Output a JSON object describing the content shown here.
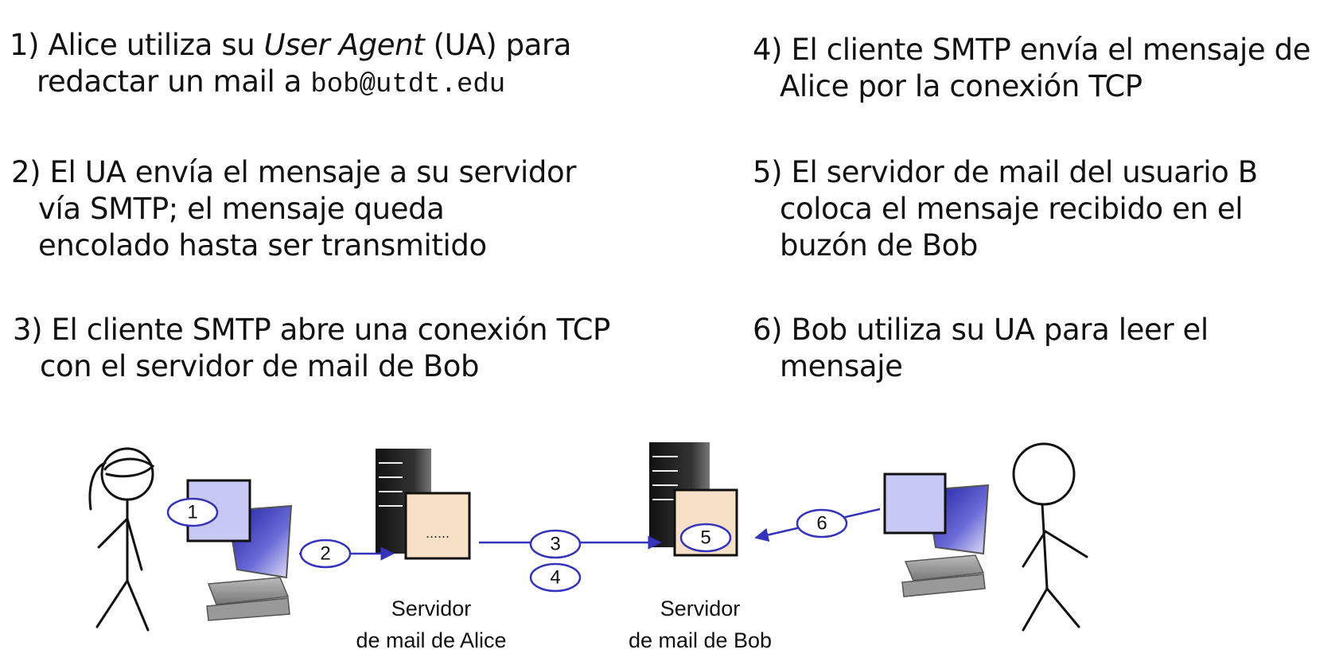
{
  "steps": [
    {
      "lines": [
        [
          {
            "t": "1) Alice utiliza su "
          },
          {
            "t": "User Agent",
            "style": "it"
          },
          {
            "t": " (UA) para"
          }
        ],
        [
          {
            "t": "redactar un mail a "
          },
          {
            "t": "bob@utdt.edu",
            "style": "mono"
          }
        ]
      ]
    },
    {
      "lines": [
        [
          {
            "t": "2) El UA envía el mensaje a su servidor"
          }
        ],
        [
          {
            "t": "vía SMTP; el mensaje queda"
          }
        ],
        [
          {
            "t": "encolado hasta ser transmitido"
          }
        ]
      ]
    },
    {
      "lines": [
        [
          {
            "t": "3) El cliente SMTP abre una conexión TCP"
          }
        ],
        [
          {
            "t": "con el servidor de mail de Bob"
          }
        ]
      ]
    },
    {
      "lines": [
        [
          {
            "t": "4) El cliente SMTP envía el mensaje de"
          }
        ],
        [
          {
            "t": "Alice por la conexión TCP"
          }
        ]
      ]
    },
    {
      "lines": [
        [
          {
            "t": "5) El servidor de mail del usuario B"
          }
        ],
        [
          {
            "t": "coloca el mensaje recibido en el"
          }
        ],
        [
          {
            "t": "buzón de Bob"
          }
        ]
      ]
    },
    {
      "lines": [
        [
          {
            "t": "6) Bob utiliza su UA para leer el"
          }
        ],
        [
          {
            "t": "mensaje"
          }
        ]
      ]
    }
  ],
  "diagram": {
    "server_alice_label": [
      "Servidor",
      "de mail de Alice"
    ],
    "server_bob_label": [
      "Servidor",
      "de mail de Bob"
    ],
    "step_markers": [
      "1",
      "2",
      "3",
      "4",
      "5",
      "6"
    ],
    "queue_dots": "......",
    "colors": {
      "arrow": "#3333bb",
      "ua_screen": "#c8c8f5",
      "mailbox": "#f7e0c6",
      "server_body": "#222222"
    }
  }
}
